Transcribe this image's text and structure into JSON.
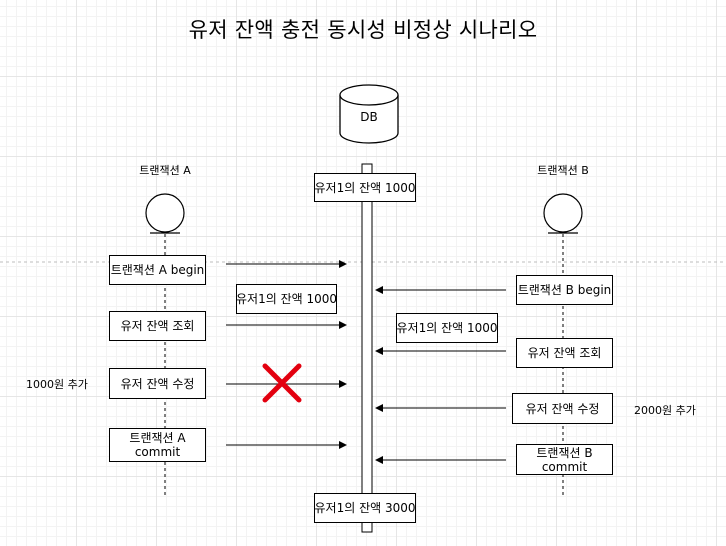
{
  "title": "유저 잔액 충전 동시성 비정상 시나리오",
  "database": {
    "label": "DB"
  },
  "participants": [
    {
      "name": "트랜잭션 A"
    },
    {
      "name": "트랜잭션 B"
    }
  ],
  "db_notes": {
    "initial": "유저1의 잔액 1000",
    "final": "유저1의 잔액 3000"
  },
  "transaction_a": {
    "steps": [
      "트랜잭션 A begin",
      "유저 잔액 조회",
      "유저 잔액 수정",
      "트랜잭션 A commit"
    ],
    "read_result": "유저1의 잔액 1000",
    "side_note": "1000원 추가"
  },
  "transaction_b": {
    "steps": [
      "트랜잭션 B begin",
      "유저 잔액 조회",
      "유저 잔액 수정",
      "트랜잭션 B commit"
    ],
    "read_result": "유저1의 잔액 1000",
    "side_note": "2000원 추가"
  },
  "colors": {
    "line": "#000000",
    "lost_update_mark": "#e3000f",
    "dashed_divider": "#bdbdbd"
  }
}
